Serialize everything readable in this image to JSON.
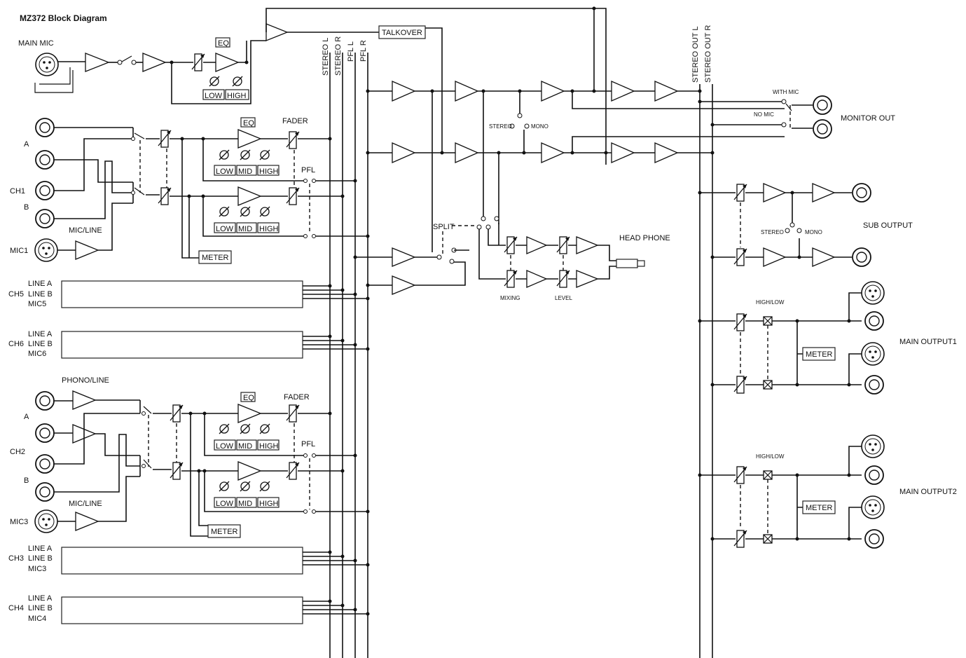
{
  "diagram": {
    "title": "MZ372 Block Diagram",
    "main_mic": "MAIN MIC",
    "eq": "EQ",
    "low": "LOW",
    "mid": "MID",
    "high": "HIGH",
    "fader": "FADER",
    "pfl": "PFL",
    "meter": "METER",
    "mic_line": "MIC/LINE",
    "phono_line": "PHONO/LINE",
    "a": "A",
    "b": "B",
    "ch1": "CH1",
    "ch2": "CH2",
    "mic1": "MIC1",
    "mic3": "MIC3",
    "line_a": "LINE A",
    "line_b": "LINE B",
    "ch5": "CH5",
    "mic5": "MIC5",
    "ch6": "CH6",
    "mic6": "MIC6",
    "ch3": "CH3",
    "mic3_in": "MIC3",
    "ch4": "CH4",
    "mic4": "MIC4",
    "stereo_l": "STEREO L",
    "stereo_r": "STEREO R",
    "pfl_l": "PFL L",
    "pfl_r": "PFL R",
    "talkover": "TALKOVER",
    "stereo_out_l": "STEREO OUT L",
    "stereo_out_r": "STEREO OUT R",
    "with_mic": "WITH MIC",
    "no_mic": "NO MIC",
    "monitor_out": "MONITOR OUT",
    "stereo": "STEREO",
    "mono": "MONO",
    "split": "SPLIT",
    "head_phone": "HEAD PHONE",
    "mixing": "MIXING",
    "level": "LEVEL",
    "sub_output": "SUB OUTPUT",
    "high_low": "HIGH/LOW",
    "main_output1": "MAIN OUTPUT1",
    "main_output2": "MAIN OUTPUT2"
  }
}
